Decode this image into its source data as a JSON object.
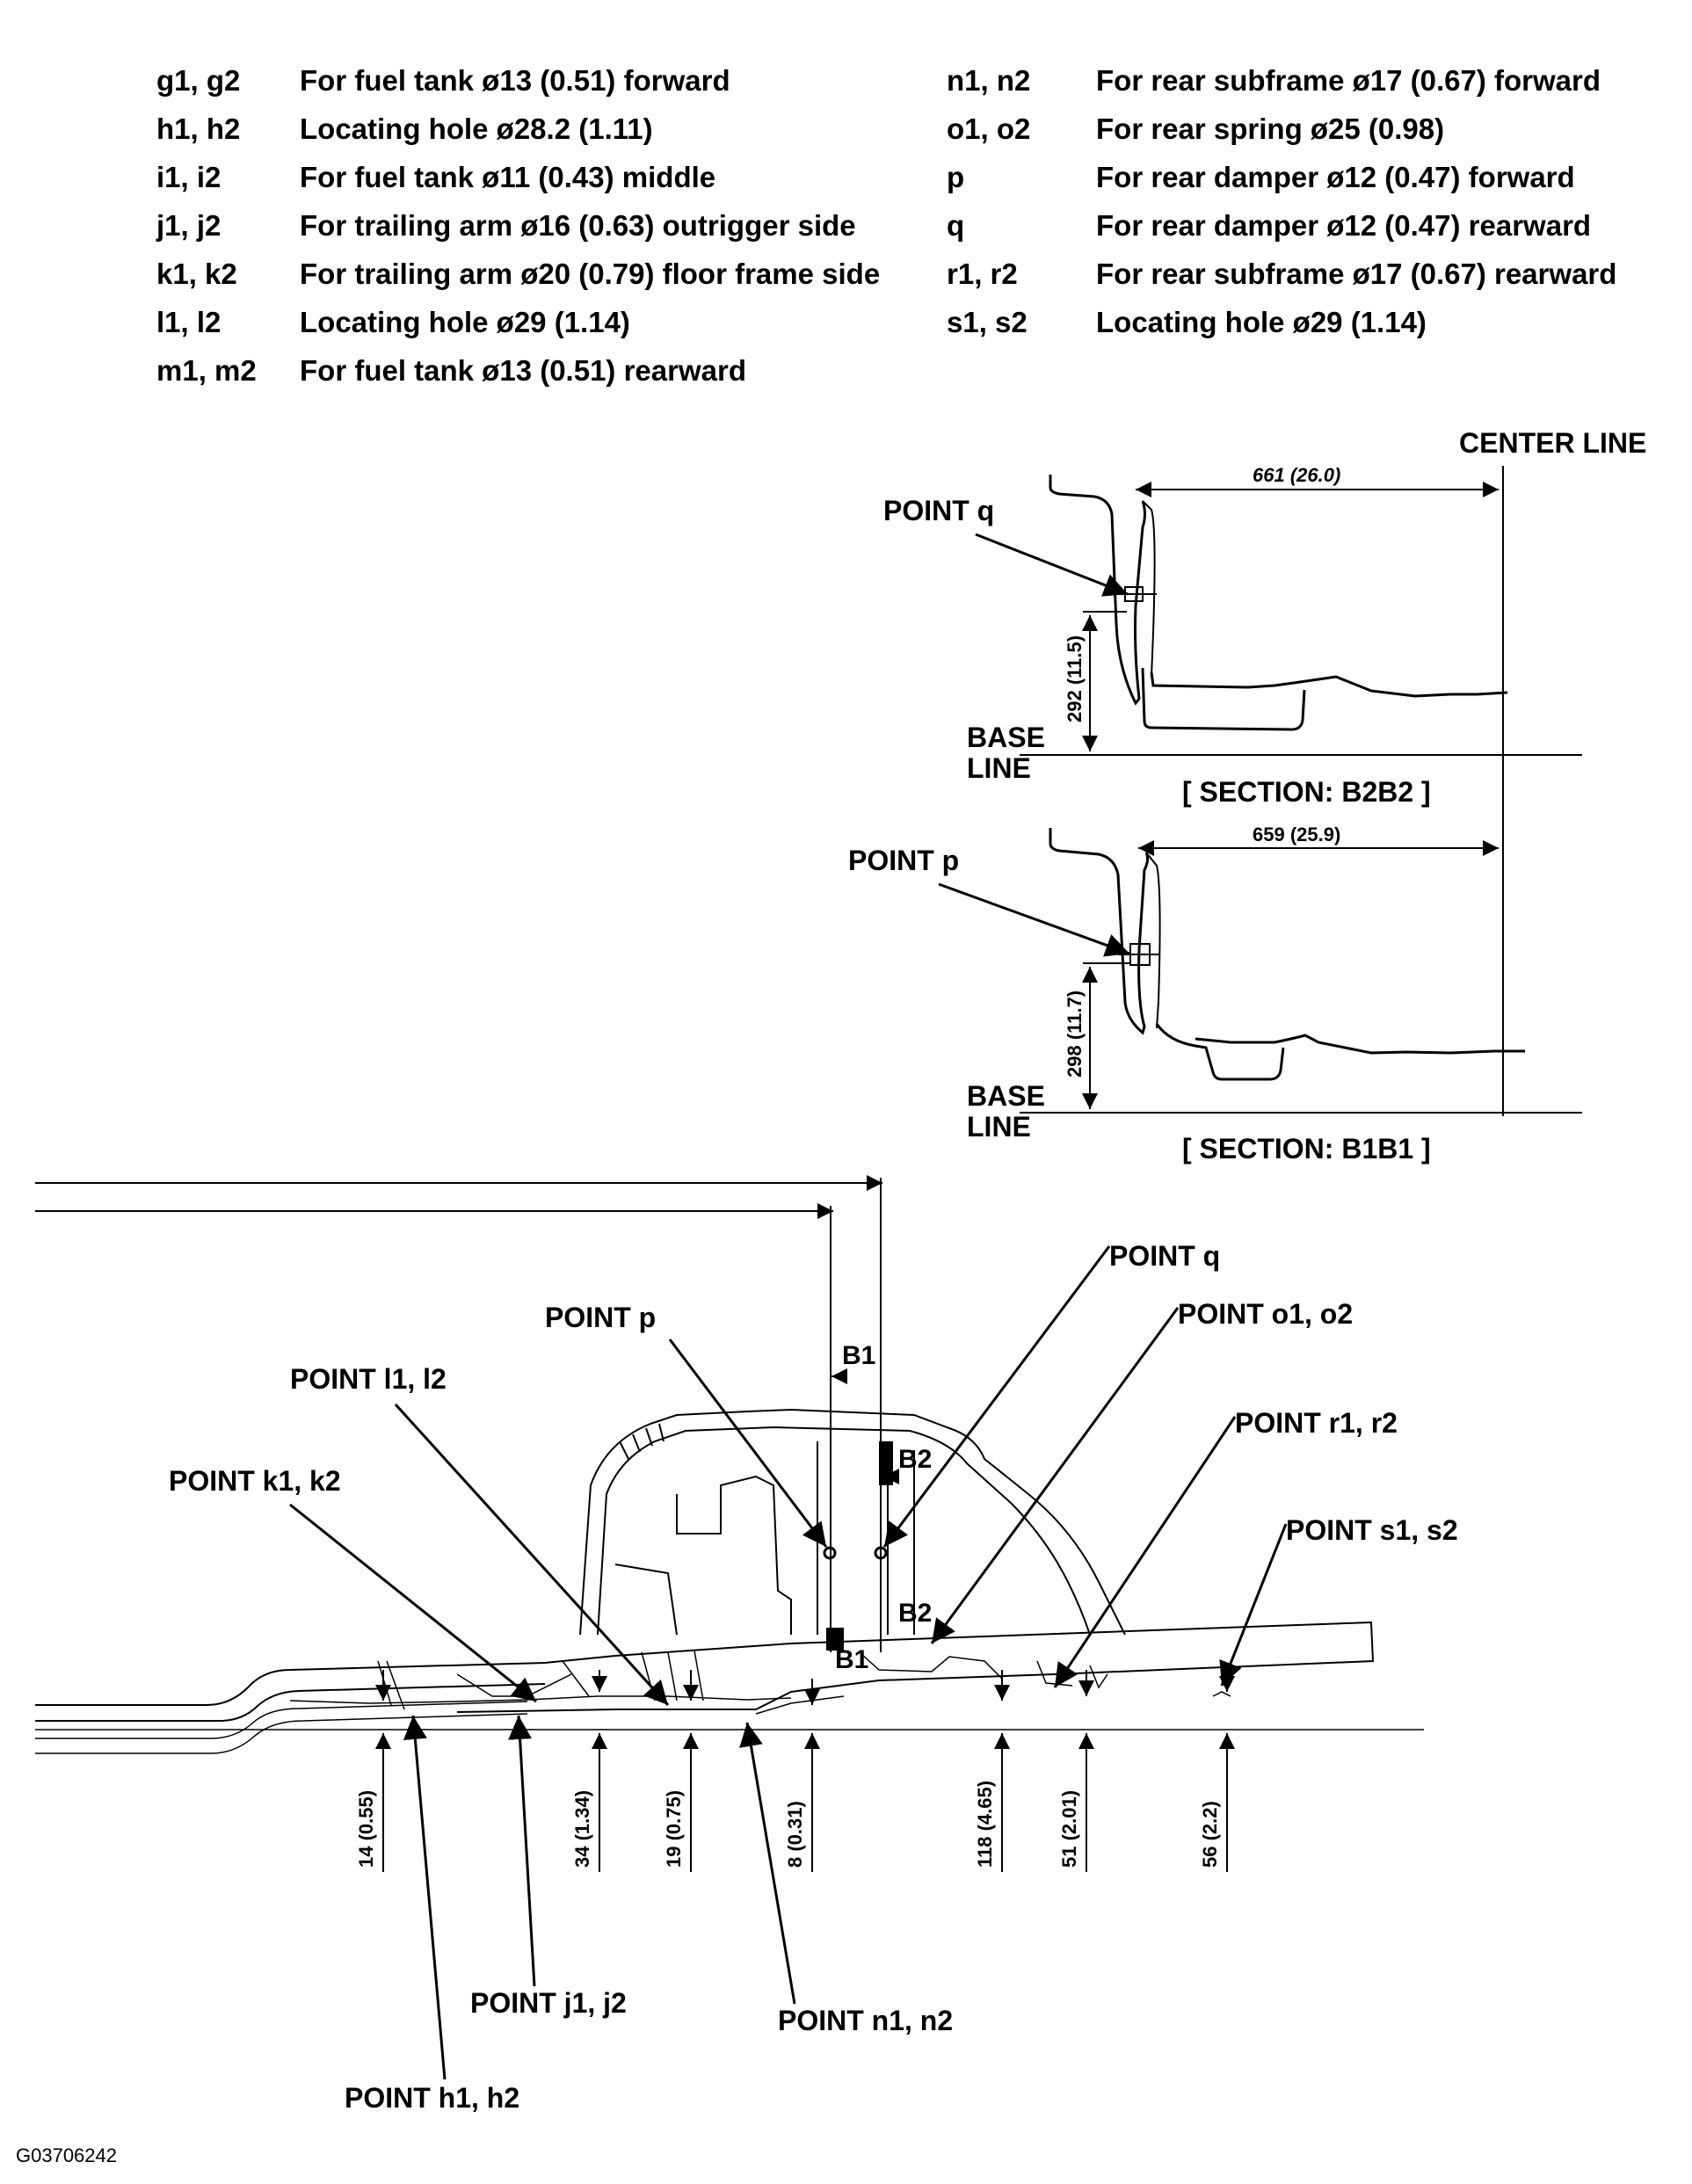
{
  "legend": {
    "left": [
      {
        "code": "g1, g2",
        "desc": "For fuel tank ø13 (0.51) forward"
      },
      {
        "code": "h1, h2",
        "desc": "Locating hole ø28.2 (1.11)"
      },
      {
        "code": "i1, i2",
        "desc": "For fuel tank ø11 (0.43) middle"
      },
      {
        "code": "j1, j2",
        "desc": "For trailing arm ø16 (0.63) outrigger side"
      },
      {
        "code": "k1, k2",
        "desc": "For trailing arm ø20 (0.79) floor frame side"
      },
      {
        "code": "l1, l2",
        "desc": "Locating hole ø29 (1.14)"
      },
      {
        "code": "m1, m2",
        "desc": "For fuel tank ø13 (0.51) rearward"
      }
    ],
    "right": [
      {
        "code": "n1, n2",
        "desc": "For rear subframe ø17 (0.67) forward"
      },
      {
        "code": "o1, o2",
        "desc": "For rear spring ø25 (0.98)"
      },
      {
        "code": "p",
        "desc": "For rear damper ø12 (0.47) forward"
      },
      {
        "code": "q",
        "desc": "For rear damper ø12 (0.47) rearward"
      },
      {
        "code": "r1, r2",
        "desc": "For rear subframe ø17 (0.67) rearward"
      },
      {
        "code": "s1, s2",
        "desc": "Locating hole ø29 (1.14)"
      }
    ]
  },
  "section_b2": {
    "center_line": "CENTER LINE",
    "point": "POINT q",
    "width_dim": "661 (26.0)",
    "height_dim": "292 (11.5)",
    "base_line_1": "BASE",
    "base_line_2": "LINE",
    "title": "[ SECTION: B2B2 ]"
  },
  "section_b1": {
    "point": "POINT p",
    "width_dim": "659 (25.9)",
    "height_dim": "298 (11.7)",
    "base_line_1": "BASE",
    "base_line_2": "LINE",
    "title": "[ SECTION: B1B1 ]"
  },
  "main_view": {
    "points": {
      "q": "POINT q",
      "p": "POINT p",
      "o": "POINT o1, o2",
      "l": "POINT l1, l2",
      "r": "POINT r1, r2",
      "k": "POINT k1, k2",
      "s": "POINT s1, s2",
      "j": "POINT j1, j2",
      "n": "POINT n1, n2",
      "h": "POINT h1, h2"
    },
    "section_marks": {
      "b1": "B1",
      "b2": "B2"
    },
    "heights": [
      "14 (0.55)",
      "34 (1.34)",
      "19 (0.75)",
      "8 (0.31)",
      "118 (4.65)",
      "51 (2.01)",
      "56 (2.2)"
    ]
  },
  "figure_id": "G03706242"
}
